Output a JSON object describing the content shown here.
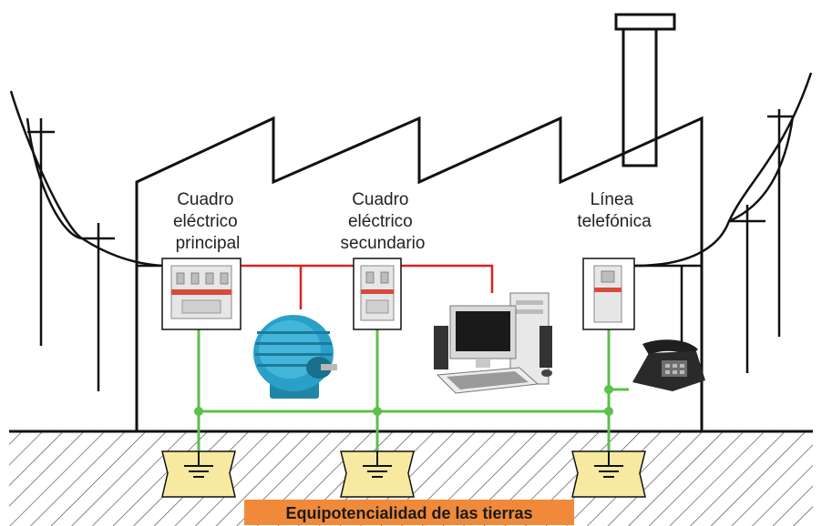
{
  "labels": {
    "main_panel": [
      "Cuadro",
      "eléctrico",
      "principal"
    ],
    "secondary_panel": [
      "Cuadro",
      "eléctrico",
      "secundario"
    ],
    "phone_line": [
      "Línea",
      "telefónica"
    ]
  },
  "caption": "Equipotencialidad de las tierras",
  "colors": {
    "power_line": "#e02020",
    "earth_line": "#5cc04a",
    "earth_node": "#5cc04a",
    "caption_bg": "#f08a3a",
    "motor": "#2aa0c8",
    "electrode_fill": "#f7e9a0",
    "outline": "#111111"
  },
  "icons": [
    "breaker-main-icon",
    "breaker-secondary-icon",
    "surge-protector-icon",
    "motor-icon",
    "computer-icon",
    "telephone-icon",
    "earth-electrode-icon",
    "utility-pole-icon"
  ]
}
